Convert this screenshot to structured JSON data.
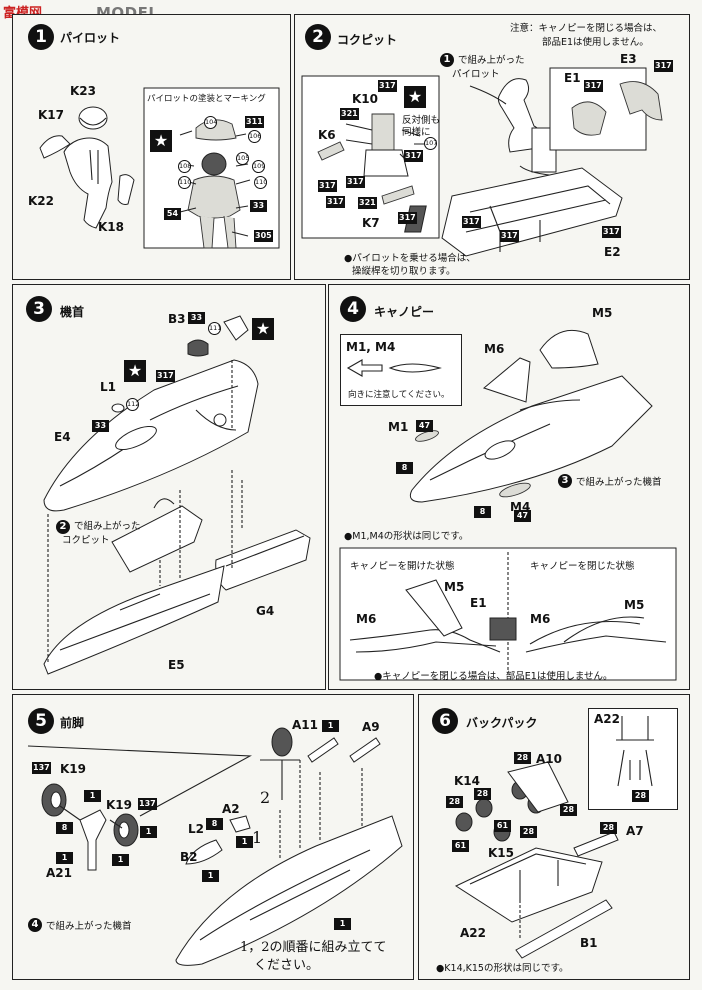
{
  "watermark": {
    "logo": "富模网",
    "text": "MODEL SEARCH"
  },
  "step1": {
    "number": "1",
    "title": "パイロット",
    "parts": {
      "k23": "K23",
      "k17": "K17",
      "k22": "K22",
      "k18": "K18"
    },
    "marking_box": {
      "title": "パイロットの塗装とマーキング",
      "colors": [
        "104",
        "311",
        "106",
        "105",
        "108",
        "109",
        "110",
        "110",
        "54",
        "33",
        "305"
      ]
    }
  },
  "step2": {
    "number": "2",
    "title": "コクピット",
    "note_top": [
      "注意：キャノピーを閉じる場合は、",
      "部品E1は使用しません。"
    ],
    "assembled_ref": {
      "num": "1",
      "text1": "で組み上がった",
      "text2": "パイロット"
    },
    "parts": {
      "k10": "K10",
      "k6": "K6",
      "k7": "K7",
      "e1": "E1",
      "e3": "E3",
      "e2": "E2"
    },
    "opposite_side": [
      "反対側も",
      "同様に"
    ],
    "colors": [
      "317",
      "321",
      "317",
      "107",
      "317",
      "317",
      "321",
      "317",
      "317",
      "317",
      "317",
      "317",
      "317",
      "317"
    ],
    "note_bottom": [
      "●パイロットを乗せる場合は、",
      "操縦桿を切り取ります。"
    ]
  },
  "step3": {
    "number": "3",
    "title": "機首",
    "parts": {
      "b3": "B3",
      "l1": "L1",
      "e4": "E4",
      "g4": "G4",
      "e5": "E5"
    },
    "assembled_ref": {
      "num": "2",
      "text1": "で組み上がった",
      "text2": "コクピット"
    },
    "colors": [
      "33",
      "111",
      "317",
      "112",
      "33"
    ]
  },
  "step4": {
    "number": "4",
    "title": "キャノピー",
    "inset": {
      "parts": "M1, M4",
      "note": "向きに注意してください。"
    },
    "parts": {
      "m5": "M5",
      "m6": "M6",
      "m1": "M1",
      "m4": "M4"
    },
    "colors": [
      "47",
      "8",
      "8",
      "47"
    ],
    "assembled_ref": {
      "num": "3",
      "text": "で組み上がった機首"
    },
    "shape_note": "●M1,M4の形状は同じです。",
    "states": {
      "open": "キャノピーを開けた状態",
      "closed": "キャノピーを閉じた状態",
      "open_parts": [
        "M5",
        "E1",
        "M6"
      ],
      "closed_parts": [
        "M6",
        "M5"
      ]
    },
    "note_bottom": "●キャノピーを閉じる場合は、部品E1は使用しません。"
  },
  "step5": {
    "number": "5",
    "title": "前脚",
    "parts": {
      "a11": "A11",
      "a9": "A9",
      "k19a": "K19",
      "k19b": "K19",
      "a2": "A2",
      "l2": "L2",
      "b2": "B2",
      "a21": "A21"
    },
    "colors": [
      "137",
      "1",
      "1",
      "8",
      "1",
      "1",
      "137",
      "1",
      "8",
      "1",
      "1",
      "1"
    ],
    "order_marks": [
      "2",
      "1"
    ],
    "assembled_ref": {
      "num": "4",
      "text": "で組み上がった機首"
    },
    "order_note": [
      "1，2の順番に組み立てて",
      "ください。"
    ]
  },
  "step6": {
    "number": "6",
    "title": "バックパック",
    "parts": {
      "a22inset": "A22",
      "a10": "A10",
      "k14": "K14",
      "k15": "K15",
      "a7": "A7",
      "a22": "A22",
      "b1": "B1"
    },
    "colors": [
      "28",
      "28",
      "28",
      "28",
      "28",
      "61",
      "61",
      "28",
      "28"
    ],
    "shape_note": "●K14,K15の形状は同じです。"
  }
}
